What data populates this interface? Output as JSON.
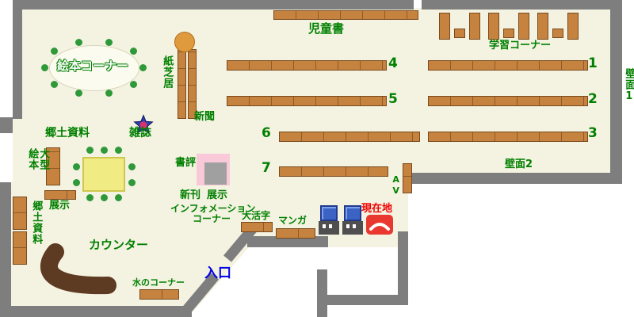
{
  "colors": {
    "floor": "#f4f2e1",
    "wall": "#7e7e7e",
    "shelf": "#c5833f",
    "shelf_border": "#7a4a1c",
    "label_green": "#008000",
    "entrance_blue": "#0000e6",
    "here_red": "#f00000",
    "marker_red": "#e8382f",
    "counter_brown": "#5d3a22",
    "table_yellow": "#f0ec83",
    "seat_green": "#2e9939",
    "machine_blue": "#3b63c4",
    "display_pink": "#f9c9da",
    "display_gray": "#a0a0a0",
    "stool_orange": "#e09a3e"
  },
  "labels": {
    "jidosho": "児童書",
    "gakushu_corner": "学習コーナー",
    "hekimen1": "壁面1",
    "hekimen2": "壁面2",
    "ehon_corner": "絵本コーナー",
    "kamishibai": "紙芝居",
    "shinbun": "新聞",
    "zasshi": "雑誌",
    "kyodo_shiryo_upper": "郷土資料",
    "av": "AV",
    "shohyo": "書評",
    "shinkan": "新刊",
    "tenji_shinkan": "展示",
    "information_line1": "インフォメーション",
    "information_line2": "コーナー",
    "ogata_line1": "大型",
    "ogata_line2": "絵本",
    "tenji_left": "展示",
    "kyodo_shiryo_lower": "郷土資料",
    "counter": "カウンター",
    "mizu_corner": "水のコーナー",
    "iriguchi": "入口",
    "daikatsuji": "大活字",
    "manga": "マンガ",
    "genzaichi": "現在地"
  },
  "shelf_numbers": {
    "n1": "1",
    "n2": "2",
    "n3": "3",
    "n4": "4",
    "n5": "5",
    "n6": "6",
    "n7": "7"
  },
  "icons": {
    "star_marker": "blue-star-with-red-center",
    "current_location_marker": "red-rounded-marker-with-white-arc",
    "kiosk": "blue-terminal-on-gray-base"
  }
}
